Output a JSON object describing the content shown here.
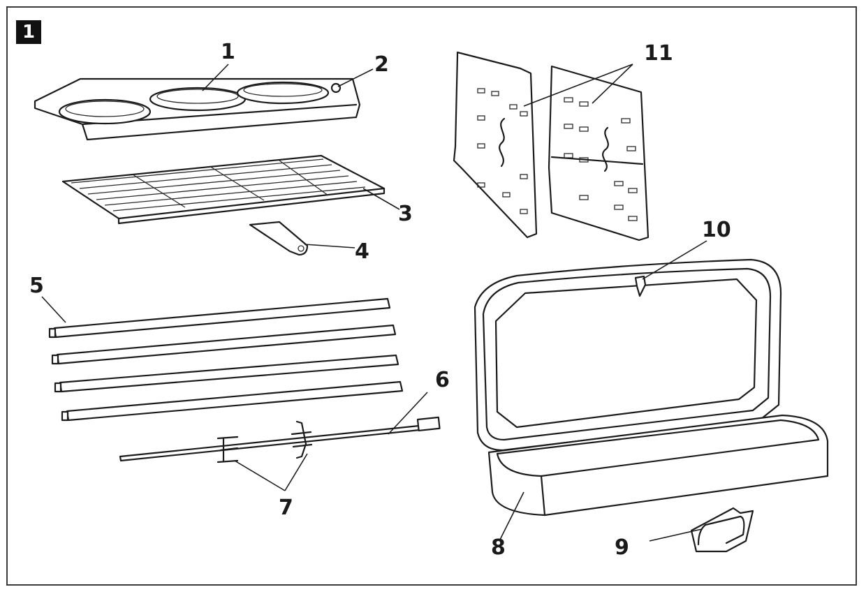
{
  "figure": {
    "badge": "1",
    "labels": [
      "1",
      "2",
      "3",
      "4",
      "5",
      "6",
      "7",
      "8",
      "9",
      "10",
      "11"
    ]
  }
}
